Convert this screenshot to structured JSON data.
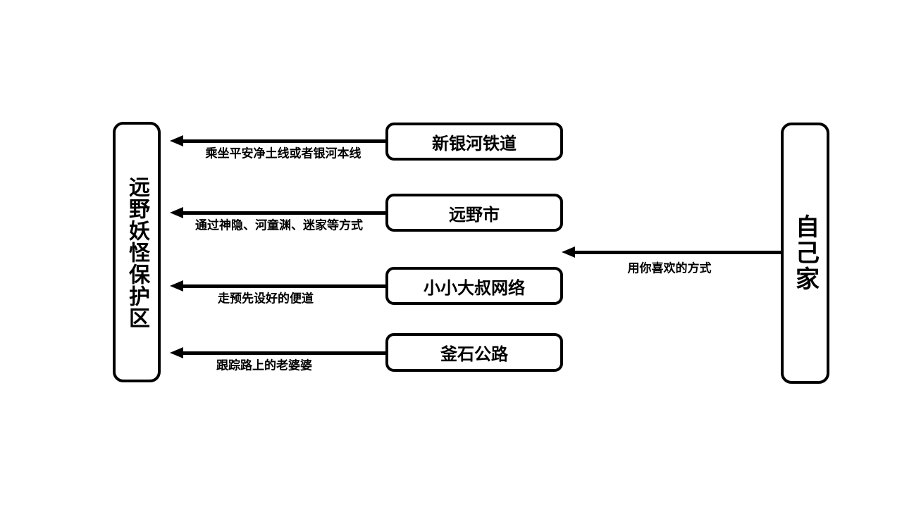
{
  "diagram": {
    "destination": {
      "label": "远野妖怪保护区"
    },
    "origin": {
      "label": "自己家"
    },
    "routes": [
      {
        "via": "新银河铁道",
        "method": "乘坐平安净土线或者银河本线"
      },
      {
        "via": "远野市",
        "method": "通过神隐、河童渊、迷家等方式"
      },
      {
        "via": "小小大叔网络",
        "method": "走预先设好的便道"
      },
      {
        "via": "釜石公路",
        "method": "跟踪路上的老婆婆"
      }
    ],
    "direct_route": {
      "method": "用你喜欢的方式"
    }
  },
  "colors": {
    "line": "#000000",
    "background": "#ffffff",
    "box_fill": "#ffffff",
    "text": "#000000"
  }
}
